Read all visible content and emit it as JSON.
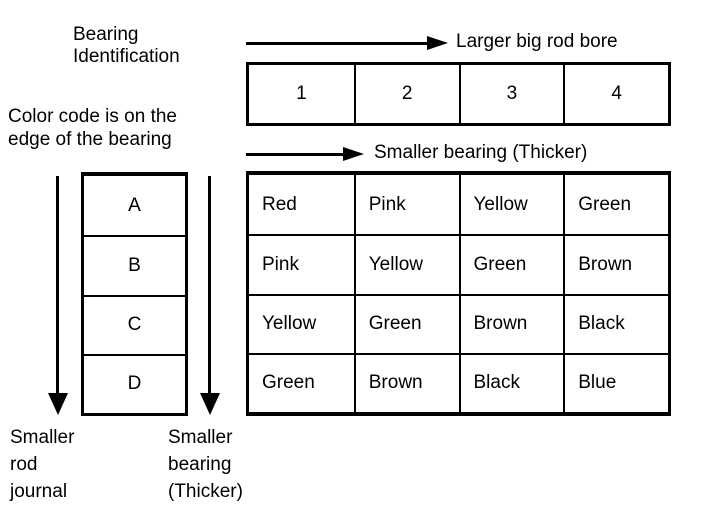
{
  "colors": {
    "ink": "#000000",
    "paper": "#ffffff"
  },
  "annotations": {
    "bearing_identification": {
      "line1": "Bearing",
      "line2": "Identification"
    },
    "color_code_note": {
      "line1": "Color code is on the",
      "line2": "edge of the bearing"
    },
    "larger_big_rod_bore": "Larger big rod bore",
    "smaller_bearing_thicker": "Smaller bearing (Thicker)",
    "smaller_rod_journal": {
      "line1": "Smaller",
      "line2": "rod",
      "line3": "journal"
    },
    "smaller_bearing_thicker_bottom": {
      "line1": "Smaller",
      "line2": "bearing",
      "line3": "(Thicker)"
    }
  },
  "bore_table": {
    "columns": [
      "1",
      "2",
      "3",
      "4"
    ]
  },
  "grade_table": {
    "rows": [
      "A",
      "B",
      "C",
      "D"
    ]
  },
  "color_table": {
    "rows": [
      [
        "Red",
        "Pink",
        "Yellow",
        "Green"
      ],
      [
        "Pink",
        "Yellow",
        "Green",
        "Brown"
      ],
      [
        "Yellow",
        "Green",
        "Brown",
        "Black"
      ],
      [
        "Green",
        "Brown",
        "Black",
        "Blue"
      ]
    ]
  }
}
